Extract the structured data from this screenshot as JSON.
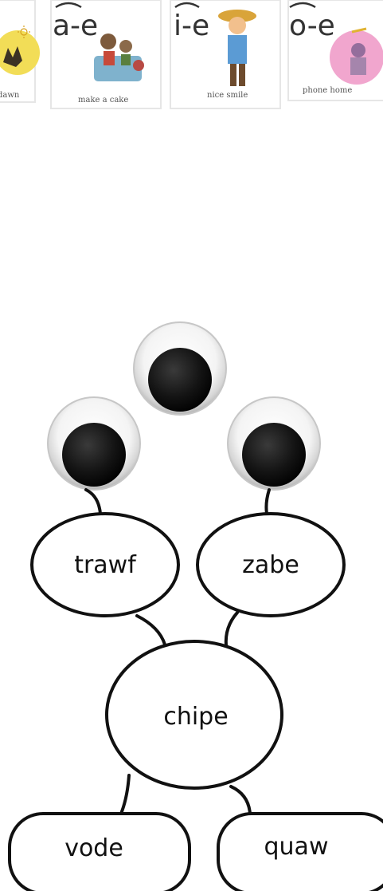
{
  "sound_cards": [
    {
      "label": "dawn"
    },
    {
      "phoneme": "a-e",
      "label": "make a cake"
    },
    {
      "phoneme": "i-e",
      "label": "nice smile"
    },
    {
      "phoneme": "o-e",
      "label": "phone home"
    }
  ],
  "words": {
    "left": "trawf",
    "right": "zabe",
    "center": "chipe",
    "bottom_left": "vode",
    "bottom_right": "quaw"
  }
}
